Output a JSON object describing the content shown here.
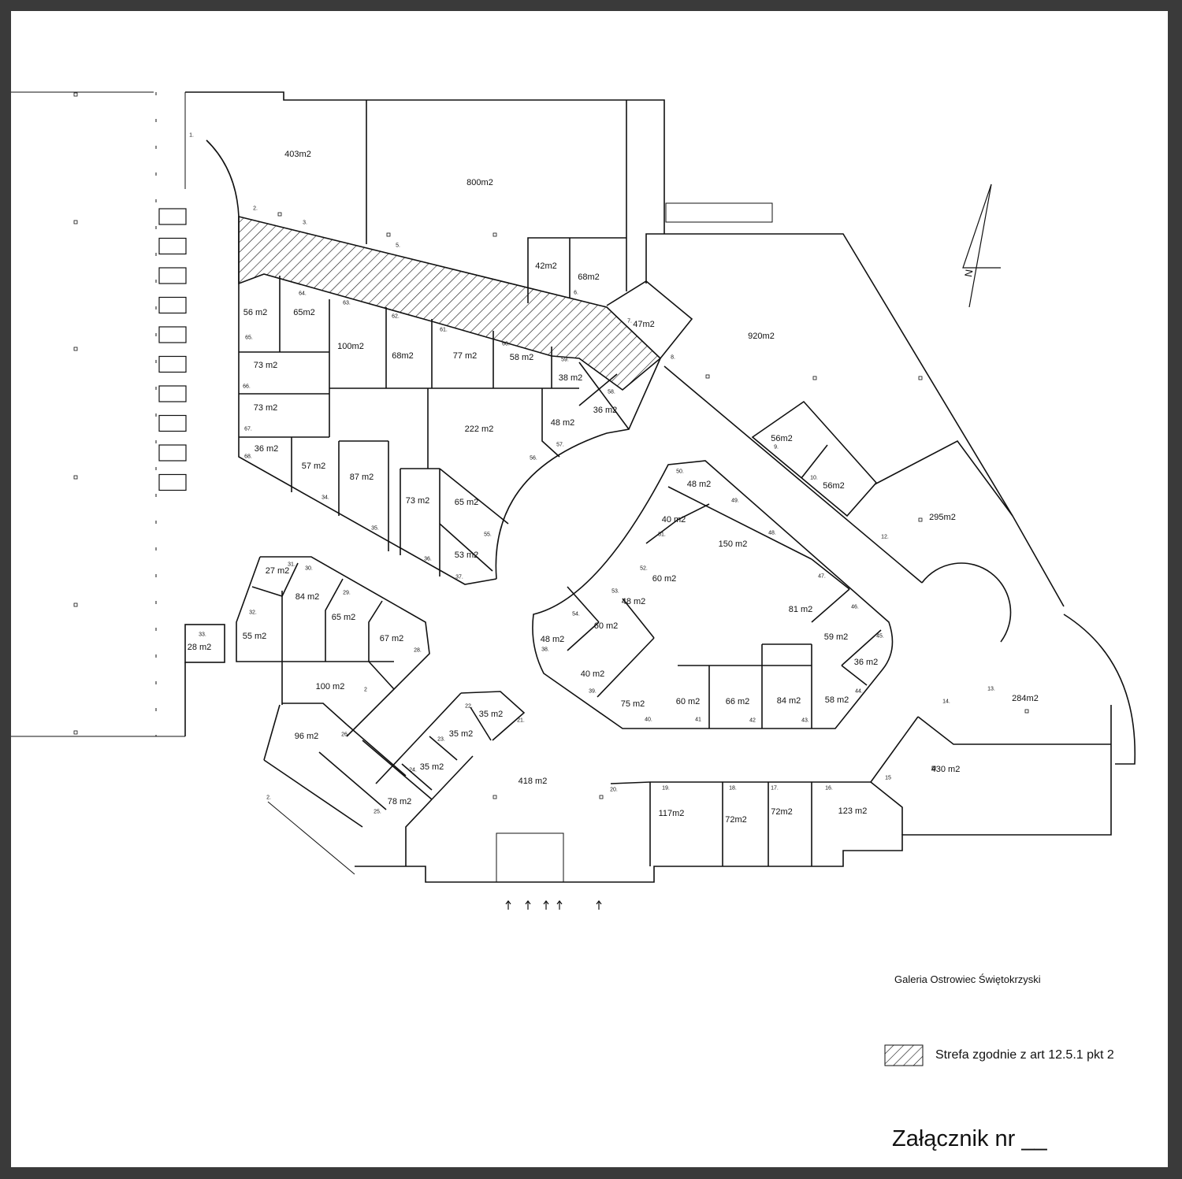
{
  "title": "Galeria Ostrowiec Świętokrzyski",
  "legend": {
    "label": "Strefa zgodnie z art 12.5.1 pkt 2",
    "pattern": "diagonal-hatch"
  },
  "annex_label": "Załącznik nr __",
  "north_label": "N",
  "units": [
    {
      "area": "403m2",
      "num": "1."
    },
    {
      "area": "800m2",
      "num": "5."
    },
    {
      "area": "42m2",
      "num": ""
    },
    {
      "area": "68m2",
      "num": "6."
    },
    {
      "area": "47m2",
      "num": "7."
    },
    {
      "area": "920m2",
      "num": "8."
    },
    {
      "area": "56m2",
      "num": "9."
    },
    {
      "area": "56m2",
      "num": "10."
    },
    {
      "area": "295m2",
      "num": "12."
    },
    {
      "area": "284m2",
      "num": "13."
    },
    {
      "area": "430 m2",
      "num": "15"
    },
    {
      "area": "123 m2",
      "num": "16."
    },
    {
      "area": "72m2",
      "num": "17."
    },
    {
      "area": "72m2",
      "num": "18."
    },
    {
      "area": "117m2",
      "num": "19."
    },
    {
      "area": "418 m2",
      "num": "20."
    },
    {
      "area": "35 m2",
      "num": "22."
    },
    {
      "area": "35 m2",
      "num": "23."
    },
    {
      "area": "35 m2",
      "num": "24."
    },
    {
      "area": "78 m2",
      "num": "25."
    },
    {
      "area": "96 m2",
      "num": "26."
    },
    {
      "area": "100 m2",
      "num": "2"
    },
    {
      "area": "67 m2",
      "num": "28."
    },
    {
      "area": "65 m2",
      "num": "29."
    },
    {
      "area": "84 m2",
      "num": "30."
    },
    {
      "area": "27 m2",
      "num": "31."
    },
    {
      "area": "55 m2",
      "num": "32."
    },
    {
      "area": "28 m2",
      "num": "33."
    },
    {
      "area": "57 m2",
      "num": "34."
    },
    {
      "area": "87 m2",
      "num": "35."
    },
    {
      "area": "73 m2",
      "num": "36."
    },
    {
      "area": "53 m2",
      "num": "37."
    },
    {
      "area": "48 m2",
      "num": "38."
    },
    {
      "area": "40 m2",
      "num": "39."
    },
    {
      "area": "75 m2",
      "num": "40."
    },
    {
      "area": "60 m2",
      "num": "41"
    },
    {
      "area": "66 m2",
      "num": "42"
    },
    {
      "area": "84 m2",
      "num": "43."
    },
    {
      "area": "58 m2",
      "num": "44."
    },
    {
      "area": "36 m2",
      "num": "45."
    },
    {
      "area": "59 m2",
      "num": "46."
    },
    {
      "area": "81 m2",
      "num": "47."
    },
    {
      "area": "150 m2",
      "num": "48."
    },
    {
      "area": "48 m2",
      "num": "50."
    },
    {
      "area": "40 m2",
      "num": "51."
    },
    {
      "area": "60 m2",
      "num": "52."
    },
    {
      "area": "48 m2",
      "num": "53."
    },
    {
      "area": "60 m2",
      "num": "54."
    },
    {
      "area": "65 m2",
      "num": "55."
    },
    {
      "area": "222 m2",
      "num": "56."
    },
    {
      "area": "48 m2",
      "num": "57."
    },
    {
      "area": "36 m2",
      "num": "58."
    },
    {
      "area": "38 m2",
      "num": "59."
    },
    {
      "area": "58 m2",
      "num": "60."
    },
    {
      "area": "77 m2",
      "num": "61."
    },
    {
      "area": "68m2",
      "num": "62."
    },
    {
      "area": "100m2",
      "num": "63."
    },
    {
      "area": "65m2",
      "num": "64."
    },
    {
      "area": "56 m2",
      "num": "65."
    },
    {
      "area": "73 m2",
      "num": "66."
    },
    {
      "area": "73 m2",
      "num": "67."
    },
    {
      "area": "36 m2",
      "num": "68."
    }
  ],
  "extra_numbers": [
    "2.",
    "3.",
    "14.",
    "21.",
    "49.",
    "2."
  ]
}
